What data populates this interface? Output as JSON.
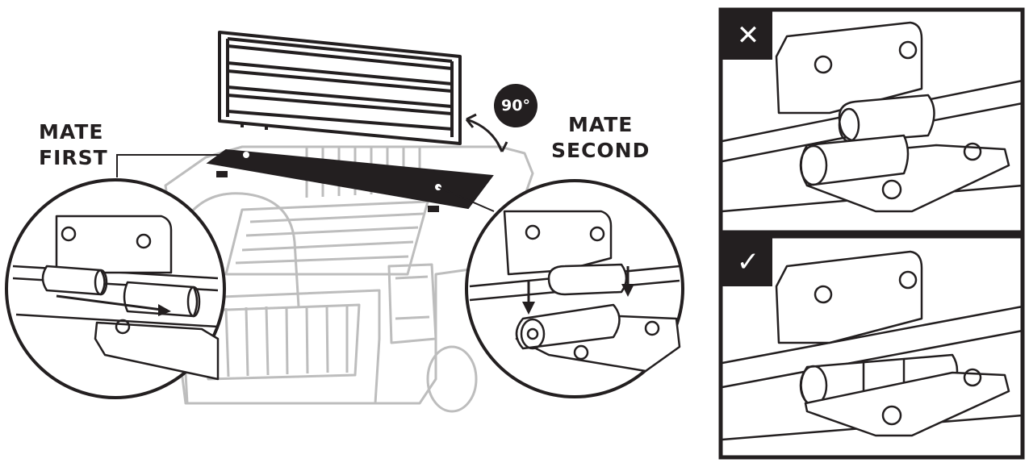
{
  "labels": {
    "mate_first_line1": "MATE",
    "mate_first_line2": "FIRST",
    "mate_second_line1": "MATE",
    "mate_second_line2": "SECOND",
    "angle": "90°"
  },
  "icons": {
    "incorrect": "close-icon",
    "correct": "checkmark-icon"
  },
  "colors": {
    "ink": "#231f20",
    "truck_outline": "#bdbdbd"
  }
}
